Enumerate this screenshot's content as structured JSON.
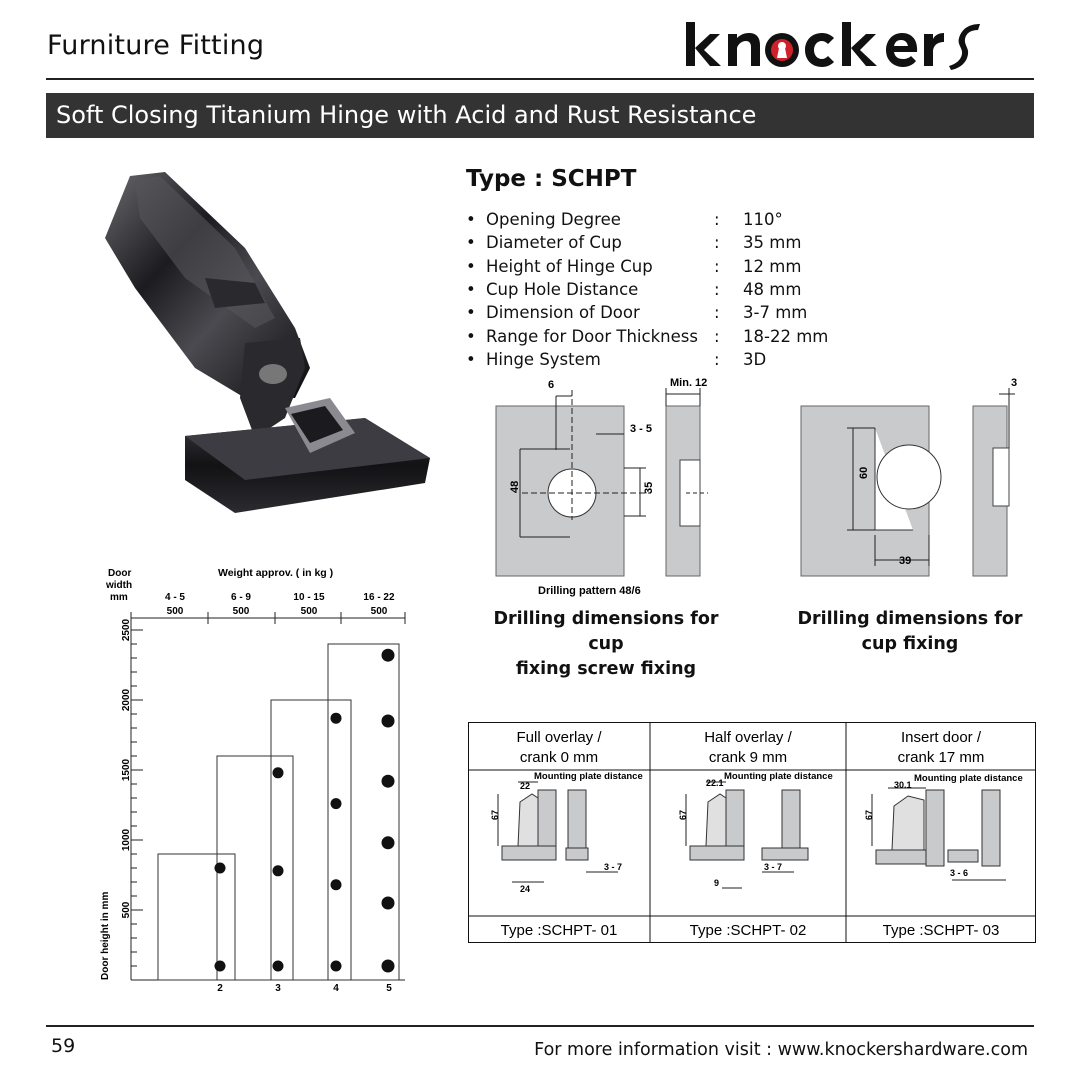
{
  "header": {
    "section_title": "Furniture Fitting",
    "brand": "knockers",
    "product_title": "Soft Closing Titanium Hinge with Acid and Rust Resistance"
  },
  "product": {
    "type_label": "Type : SCHPT",
    "specs": [
      {
        "label": "Opening Degree",
        "value": "110°"
      },
      {
        "label": "Diameter of Cup",
        "value": "35 mm"
      },
      {
        "label": "Height of Hinge Cup",
        "value": "12 mm"
      },
      {
        "label": "Cup Hole Distance",
        "value": "48 mm"
      },
      {
        "label": "Dimension of Door",
        "value": "3-7 mm"
      },
      {
        "label": "Range for Door Thickness",
        "value": "18-22 mm"
      },
      {
        "label": "Hinge System",
        "value": "3D"
      }
    ]
  },
  "drilling": {
    "left": {
      "caption_line1": "Drilling dimensions for cup",
      "caption_line2": "fixing screw fixing",
      "pattern_label": "Drilling pattern 48/6",
      "dims": {
        "d6": "6",
        "min12": "Min. 12",
        "d35": "3 - 5",
        "d48": "48",
        "d35v": "35"
      }
    },
    "right": {
      "caption_line1": "Drilling dimensions for",
      "caption_line2": "cup fixing",
      "dims": {
        "d3": "3",
        "d60": "60",
        "d39": "39"
      }
    }
  },
  "chart_data": {
    "type": "scatter",
    "title": "Weight approv. ( in kg )",
    "xlabel": "",
    "ylabel": "Door height in mm",
    "corner_label": [
      "Door",
      "width",
      "mm"
    ],
    "weight_groups": [
      {
        "weight": "4 - 5",
        "width": "500"
      },
      {
        "weight": "6 - 9",
        "width": "500"
      },
      {
        "weight": "10 - 15",
        "width": "500"
      },
      {
        "weight": "16 - 22",
        "width": "500"
      }
    ],
    "y_ticks": [
      "500",
      "1000",
      "1500",
      "2000",
      "2500"
    ],
    "ylim": [
      0,
      2550
    ],
    "x_labels": [
      "2",
      "3",
      "4",
      "5"
    ],
    "boxes": [
      {
        "hinges": 2,
        "max_height": 900
      },
      {
        "hinges": 3,
        "max_height": 1600
      },
      {
        "hinges": 4,
        "max_height": 2000
      },
      {
        "hinges": 5,
        "max_height": 2400
      }
    ],
    "points": [
      {
        "hinges": 2,
        "y": [
          100,
          800
        ]
      },
      {
        "hinges": 3,
        "y": [
          100,
          780,
          1480
        ]
      },
      {
        "hinges": 4,
        "y": [
          100,
          680,
          1260,
          1870
        ]
      },
      {
        "hinges": 5,
        "y": [
          100,
          550,
          980,
          1420,
          1850,
          2320
        ]
      }
    ]
  },
  "mounting": {
    "plate_label": "Mounting plate distance",
    "columns": [
      {
        "head1": "Full overlay /",
        "head2": "crank 0 mm",
        "type": "Type :SCHPT- 01",
        "dim_top": "22",
        "dim_h": "67",
        "dim_b": "24",
        "dim_r": "3 - 7"
      },
      {
        "head1": "Half overlay /",
        "head2": "crank 9 mm",
        "type": "Type :SCHPT- 02",
        "dim_top": "22.1",
        "dim_h": "67",
        "dim_b": "9",
        "dim_r": "3 - 7"
      },
      {
        "head1": "Insert door /",
        "head2": "crank 17 mm",
        "type": "Type :SCHPT- 03",
        "dim_top": "30.1",
        "dim_h": "67",
        "dim_b": "",
        "dim_r": "3 - 6"
      }
    ]
  },
  "footer": {
    "page_number": "59",
    "info_text": "For more information visit : www.knockershardware.com"
  },
  "colors": {
    "title_bar": "#333333",
    "logo_red": "#d0202a",
    "drawing_gray": "#c9cacc"
  }
}
